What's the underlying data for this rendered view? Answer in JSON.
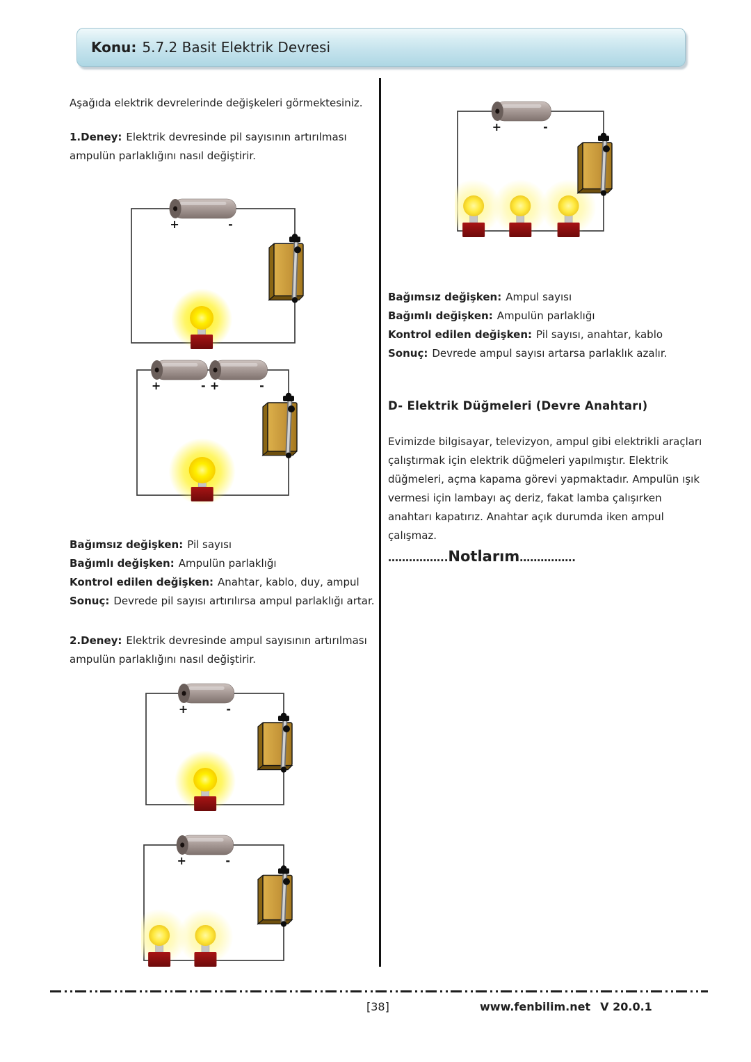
{
  "header": {
    "topic_label": "Konu:",
    "topic_title": "5.7.2 Basit Elektrik Devresi"
  },
  "left_column": {
    "intro": "Aşağıda elektrik devrelerinde değişkeleri görmektesiniz.",
    "experiment1": {
      "label": "1.Deney:",
      "text": "Elektrik devresinde pil sayısının artırılması ampulün parlaklığını nasıl değiştirir."
    },
    "variables1": [
      {
        "label": "Bağımsız değişken:",
        "value": "Pil sayısı"
      },
      {
        "label": "Bağımlı değişken:",
        "value": "Ampulün parlaklığı"
      },
      {
        "label": "Kontrol edilen değişken:",
        "value": "Anahtar, kablo, duy, ampul"
      },
      {
        "label": "Sonuç:",
        "value": "Devrede pil sayısı artırılırsa ampul parlaklığı artar."
      }
    ],
    "experiment2": {
      "label": "2.Deney:",
      "text": "Elektrik devresinde ampul sayısının artırılması ampulün parlaklığını nasıl değiştirir."
    }
  },
  "right_column": {
    "variables2": [
      {
        "label": "Bağımsız değişken:",
        "value": "Ampul sayısı"
      },
      {
        "label": "Bağımlı değişken:",
        "value": "Ampulün parlaklığı"
      },
      {
        "label": "Kontrol edilen değişken:",
        "value": "Pil sayısı, anahtar, kablo"
      },
      {
        "label": "Sonuç:",
        "value": "Devrede ampul sayısı artarsa parlaklık azalır."
      }
    ],
    "section_d": {
      "heading": "D- Elektrik Düğmeleri (Devre Anahtarı)",
      "paragraph": "Evimizde bilgisayar, televizyon, ampul gibi elektrikli araçları çalıştırmak için elektrik düğmeleri yapılmıştır. Elektrik düğmeleri, açma kapama görevi yapmaktadır. Ampulün ışık vermesi için lambayı aç deriz, fakat lamba çalışırken anahtarı kapatırız. Anahtar açık durumda iken ampul çalışmaz."
    },
    "notes": {
      "dots_left": "……………..",
      "label": "Notlarım",
      "dots_right": "……………."
    }
  },
  "circuits": [
    {
      "name": "bir-pil-bir-ampul",
      "batteries": 1,
      "bulbs": 1,
      "glow": "bright",
      "plus_label": "+",
      "minus_label": "-"
    },
    {
      "name": "iki-pil-bir-ampul",
      "batteries": 2,
      "bulbs": 1,
      "glow": "brighter",
      "plus_label": "+",
      "minus_label": "-"
    },
    {
      "name": "bir-pil-bir-ampul-2",
      "batteries": 1,
      "bulbs": 1,
      "glow": "bright",
      "plus_label": "+",
      "minus_label": "-"
    },
    {
      "name": "bir-pil-iki-ampul",
      "batteries": 1,
      "bulbs": 2,
      "glow": "dim",
      "plus_label": "+",
      "minus_label": "-"
    },
    {
      "name": "bir-pil-uc-ampul",
      "batteries": 1,
      "bulbs": 3,
      "glow": "dim",
      "plus_label": "+",
      "minus_label": "-"
    }
  ],
  "footer": {
    "page_number": "[38]",
    "site": "www.fenbilim.net",
    "version": "V 20.0.1"
  },
  "colors": {
    "banner_top": "#f0f9fb",
    "banner_bottom": "#aed7e4",
    "wire": "#3b3b3b",
    "battery_body_light": "#cdc2be",
    "battery_body_dark": "#7f726e",
    "battery_cap": "#6a5e5a",
    "switch_light": "#dcb04a",
    "switch_dark": "#a2761d",
    "switch_side": "#8a6614",
    "blade_light": "#d2d2d2",
    "blade_dark": "#6e6e6e",
    "bulb_core": "#ffee00",
    "glow_bright": "#fff23c",
    "glow_dim": "#fff9b4",
    "bulb_base_top": "#a81414",
    "bulb_base_bottom": "#6d0a0a",
    "stem": "#c6c6c6"
  }
}
